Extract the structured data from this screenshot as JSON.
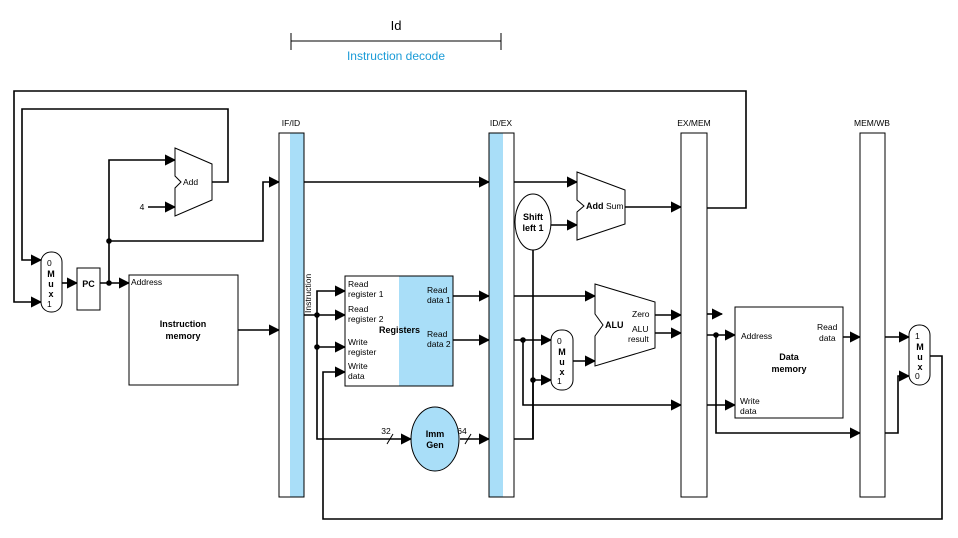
{
  "stage": {
    "title": "Id",
    "subtitle": "Instruction decode",
    "subtitle_color": "#1a9bd7"
  },
  "pipeline_registers": [
    "IF/ID",
    "ID/EX",
    "EX/MEM",
    "MEM/WB"
  ],
  "highlight_color": "#a9def8",
  "pc": {
    "label": "PC"
  },
  "pc_mux": {
    "in0": "0",
    "letters": [
      "M",
      "u",
      "x"
    ],
    "in1": "1"
  },
  "add_pc": {
    "label": "Add",
    "const": "4"
  },
  "instruction_memory": {
    "address": "Address",
    "title_line1": "Instruction",
    "title_line2": "memory"
  },
  "instruction_label": "Instruction",
  "registers": {
    "title": "Registers",
    "read_reg1": [
      "Read",
      "register 1"
    ],
    "read_reg2": [
      "Read",
      "register 2"
    ],
    "write_reg": [
      "Write",
      "register"
    ],
    "write_data": [
      "Write",
      "data"
    ],
    "read_data1": [
      "Read",
      "data 1"
    ],
    "read_data2": [
      "Read",
      "data 2"
    ]
  },
  "imm_gen": {
    "line1": "Imm",
    "line2": "Gen",
    "in_bits": "32",
    "out_bits": "64"
  },
  "shift_left": {
    "line1": "Shift",
    "line2": "left 1"
  },
  "add_branch": {
    "label": "Add",
    "sum": "Sum"
  },
  "alu_mux": {
    "in0": "0",
    "letters": [
      "M",
      "u",
      "x"
    ],
    "in1": "1"
  },
  "alu": {
    "label": "ALU",
    "zero": "Zero",
    "result1": "ALU",
    "result2": "result"
  },
  "data_memory": {
    "address": "Address",
    "read_data1": "Read",
    "read_data2": "data",
    "title_line1": "Data",
    "title_line2": "memory",
    "write1": "Write",
    "write2": "data"
  },
  "wb_mux": {
    "in1": "1",
    "letters": [
      "M",
      "u",
      "x"
    ],
    "in0": "0"
  }
}
